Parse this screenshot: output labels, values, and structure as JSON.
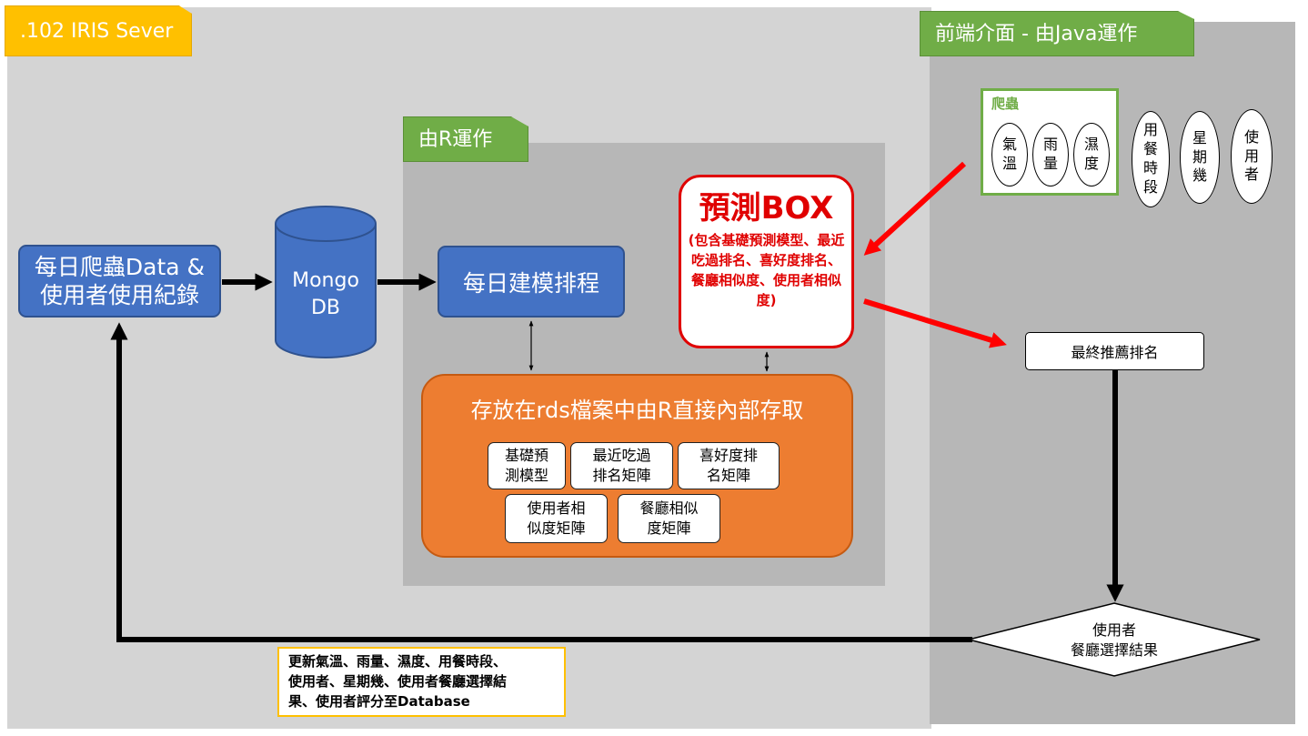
{
  "regions": {
    "server": ".102 IRIS Sever",
    "frontend": "前端介面 - 由Java運作",
    "r_runtime": "由R運作"
  },
  "nodes": {
    "crawler_source": [
      "每日爬蟲Data &",
      "使用者使用紀錄"
    ],
    "mongo_db": [
      "Mongo",
      "DB"
    ],
    "daily_modeling": "每日建模排程",
    "predict_box": {
      "title": "預測BOX",
      "description": "(包含基礎預測模型、最近吃過排名、喜好度排名、餐廳相似度、使用者相似度)"
    },
    "storage": {
      "title": "存放在rds檔案中由R直接內部存取",
      "items": [
        [
          "基礎預",
          "測模型"
        ],
        [
          "最近吃過",
          "排名矩陣"
        ],
        [
          "喜好度排",
          "名矩陣"
        ],
        [
          "使用者相",
          "似度矩陣"
        ],
        [
          "餐廳相似",
          "度矩陣"
        ]
      ]
    },
    "final_ranking": "最終推薦排名",
    "decision": [
      "使用者",
      "餐廳選擇結果"
    ]
  },
  "frontend_inputs": {
    "crawler_label": "爬蟲",
    "crawler_items": [
      [
        "氣",
        "溫"
      ],
      [
        "雨",
        "量"
      ],
      [
        "濕",
        "度"
      ]
    ],
    "user_items": [
      [
        "用",
        "餐",
        "時",
        "段"
      ],
      [
        "星",
        "期",
        "幾"
      ],
      [
        "使",
        "用",
        "者"
      ]
    ]
  },
  "database_note": [
    "更新氣溫、雨量、濕度、用餐時段、",
    "使用者、星期幾、使用者餐廳選擇結",
    "果、使用者評分至Database"
  ],
  "colors": {
    "server_tag": "#ffc000",
    "green_tag": "#70ad47",
    "blue_box": "#4472c4",
    "orange_box": "#ed7d31",
    "red_accent": "#e00000"
  }
}
